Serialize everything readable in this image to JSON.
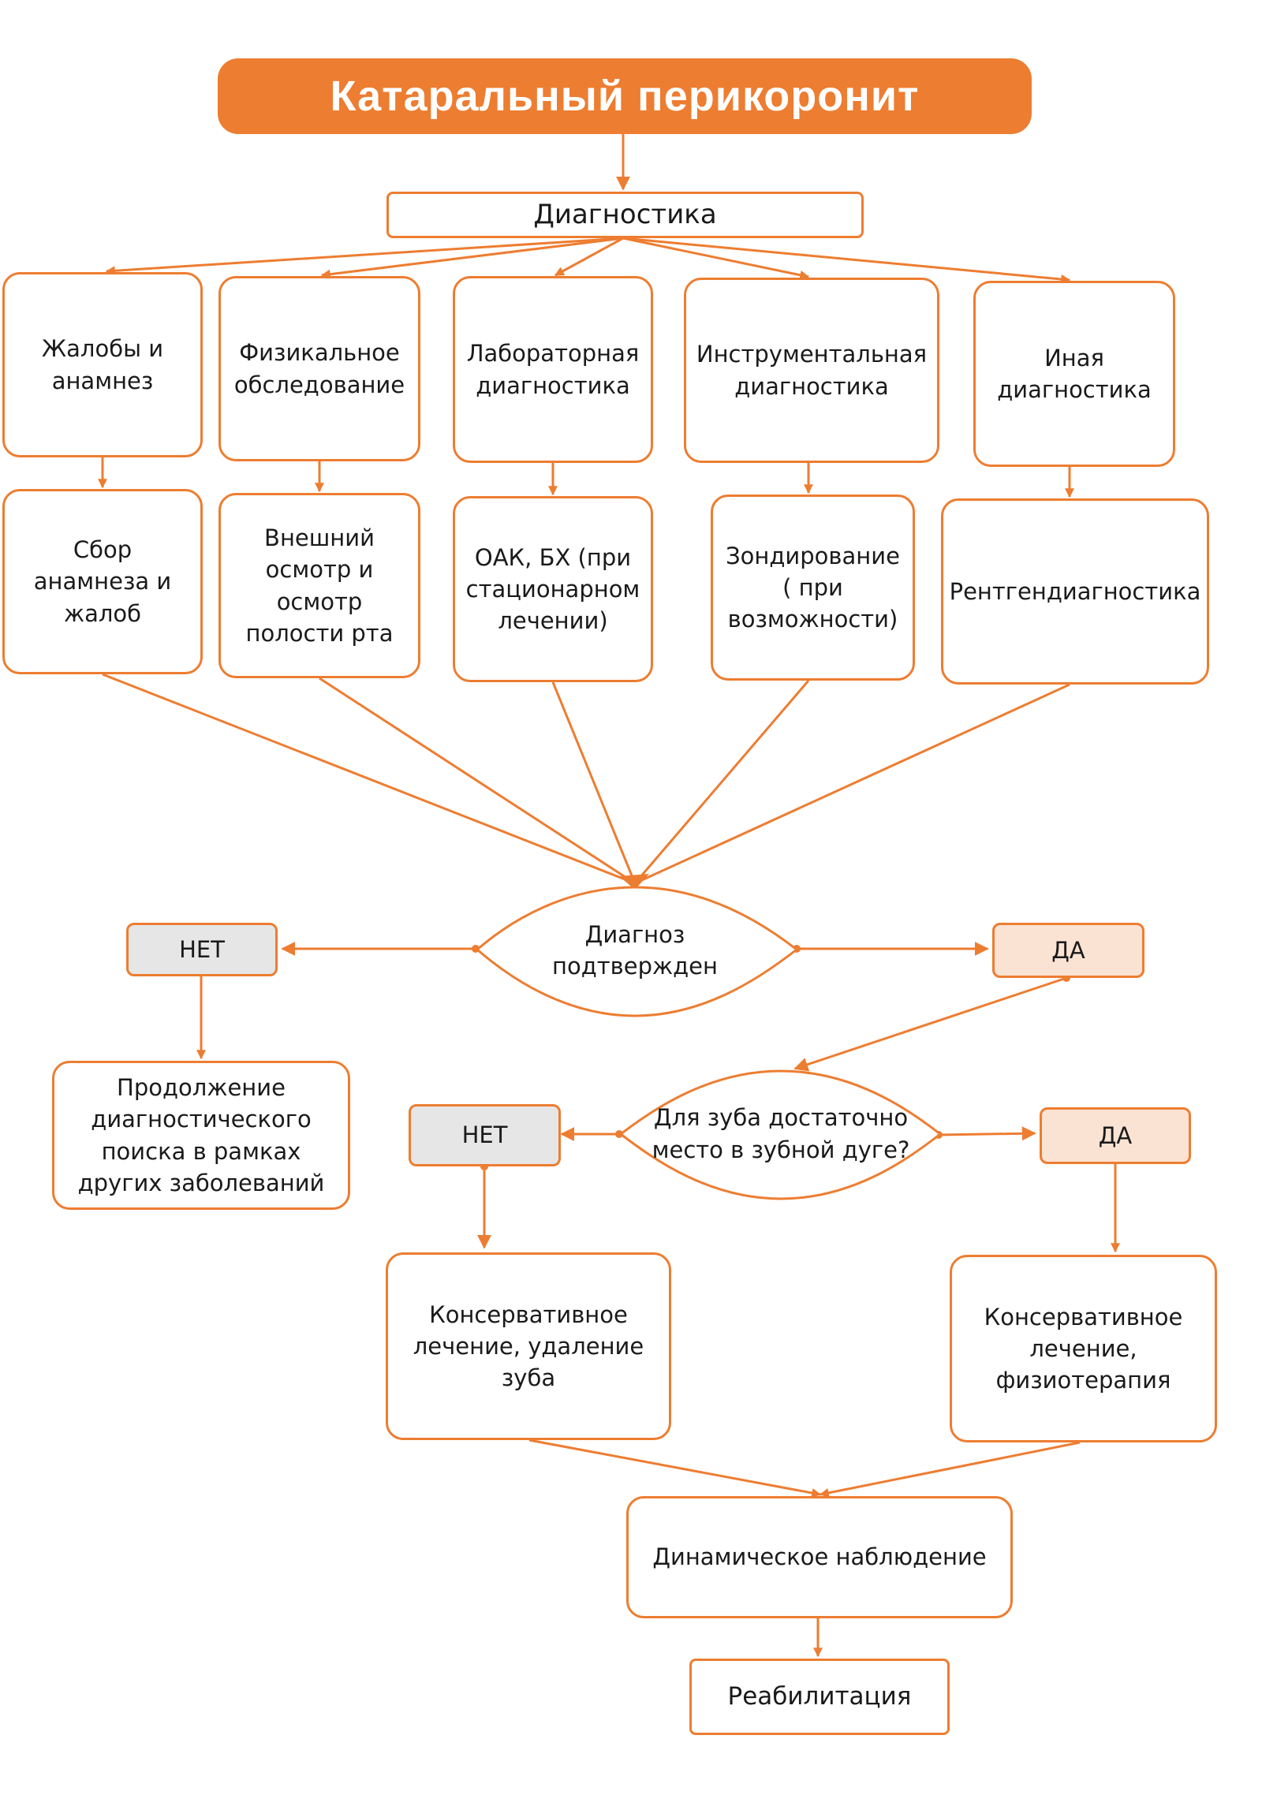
{
  "title": "Катаральный перикоронит",
  "diagnostics": "Диагностика",
  "categories": [
    "Жалобы и\nанамнез",
    "Физикальное\nобследование",
    "Лабораторная\nдиагностика",
    "Инструментальная\nдиагностика",
    "Иная\nдиагностика"
  ],
  "methods": [
    "Сбор\nанамнеза и\nжалоб",
    "Внешний\nосмотр и\nосмотр\nполости рта",
    "ОАК, БХ (при\nстационарном\nлечении)",
    "Зондирование\n( при\nвозможности)",
    "Рентгендиагностика"
  ],
  "decision1": "Диагноз\nподтвержден",
  "no": "НЕТ",
  "yes": "ДА",
  "continue_search": "Продолжение\nдиагностического\nпоиска в рамках\nдругих заболеваний",
  "decision2": "Для зуба достаточно\nместо в зубной дуге?",
  "treatment_no": "Консервативное\nлечение, удаление\nзуба",
  "treatment_yes": "Консервативное\nлечение,\nфизиотерапия",
  "observation": "Динамическое наблюдение",
  "rehabilitation": "Реабилитация",
  "colors": {
    "accent": "#ed7d31",
    "no_fill": "#e6e6e6",
    "yes_fill": "#fbe3d4"
  }
}
